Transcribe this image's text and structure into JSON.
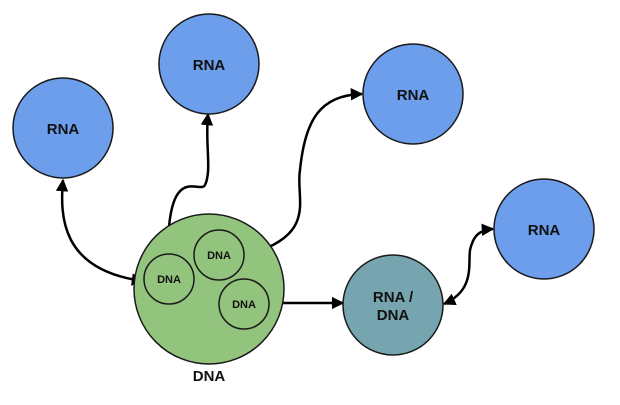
{
  "colors": {
    "rna_fill": "#6d9eeb",
    "dna_fill": "#93c47d",
    "hybrid_fill": "#76a5af",
    "stroke": "#1a1a1a",
    "arrow": "#000000"
  },
  "nodes": {
    "rna_left": "RNA",
    "rna_top": "RNA",
    "rna_upper_right": "RNA",
    "rna_right": "RNA",
    "hybrid": "RNA /\nDNA",
    "hybrid_line1": "RNA /",
    "hybrid_line2": "DNA",
    "dna_cell": "DNA",
    "dna_inner_top": "DNA",
    "dna_inner_left": "DNA",
    "dna_inner_right": "DNA"
  },
  "icons": {
    "arrow_heads": "bidirectional-arrow-icon"
  }
}
